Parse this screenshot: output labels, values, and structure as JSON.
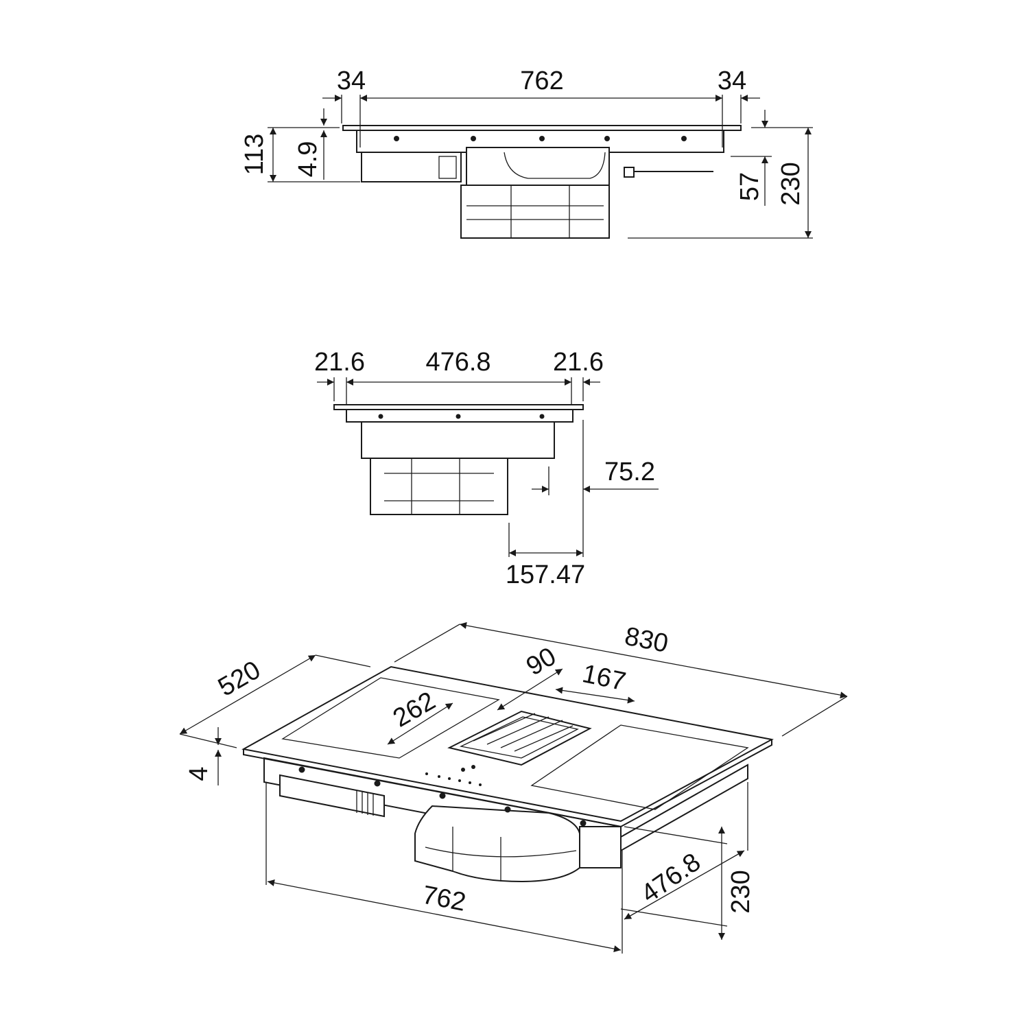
{
  "drawing": {
    "front_view": {
      "dims": {
        "left_overhang": "34",
        "body_width": "762",
        "right_overhang": "34",
        "housing_height": "113",
        "glass_thickness": "4.9",
        "cable_offset": "57",
        "total_height": "230"
      }
    },
    "side_view": {
      "dims": {
        "left_overhang": "21.6",
        "body_depth": "476.8",
        "right_overhang": "21.6",
        "fan_offset": "75.2",
        "fan_rear_offset": "157.47"
      }
    },
    "isometric_view": {
      "dims": {
        "total_width": "830",
        "total_depth": "520",
        "glass_thickness": "4",
        "zone_depth": "262",
        "vent_depth": "90",
        "vent_to_zone": "167",
        "body_width": "762",
        "body_depth": "476.8",
        "total_height": "230"
      }
    }
  }
}
